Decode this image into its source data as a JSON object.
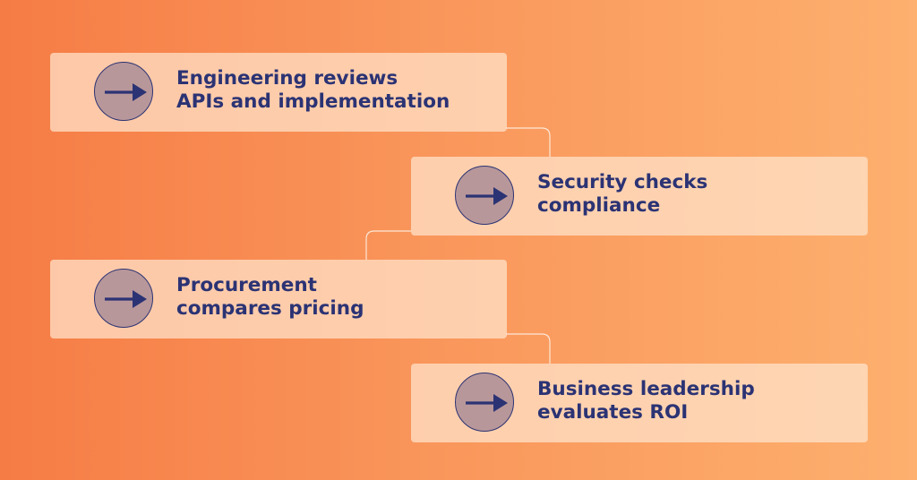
{
  "steps": [
    {
      "lines": [
        "Engineering reviews",
        "APIs and implementation"
      ],
      "icon": "arrow-right-icon"
    },
    {
      "lines": [
        "Security checks",
        "compliance"
      ],
      "icon": "arrow-right-icon"
    },
    {
      "lines": [
        "Procurement",
        "compares pricing"
      ],
      "icon": "arrow-right-icon"
    },
    {
      "lines": [
        "Business leadership",
        "evaluates ROI"
      ],
      "icon": "arrow-right-icon"
    }
  ],
  "colors": {
    "background_start": "#f67c45",
    "background_end": "#fdb06f",
    "card": "#ffe4cd",
    "text": "#2b3374",
    "icon_fill": "#b8979a",
    "connector": "#fde7d6"
  }
}
